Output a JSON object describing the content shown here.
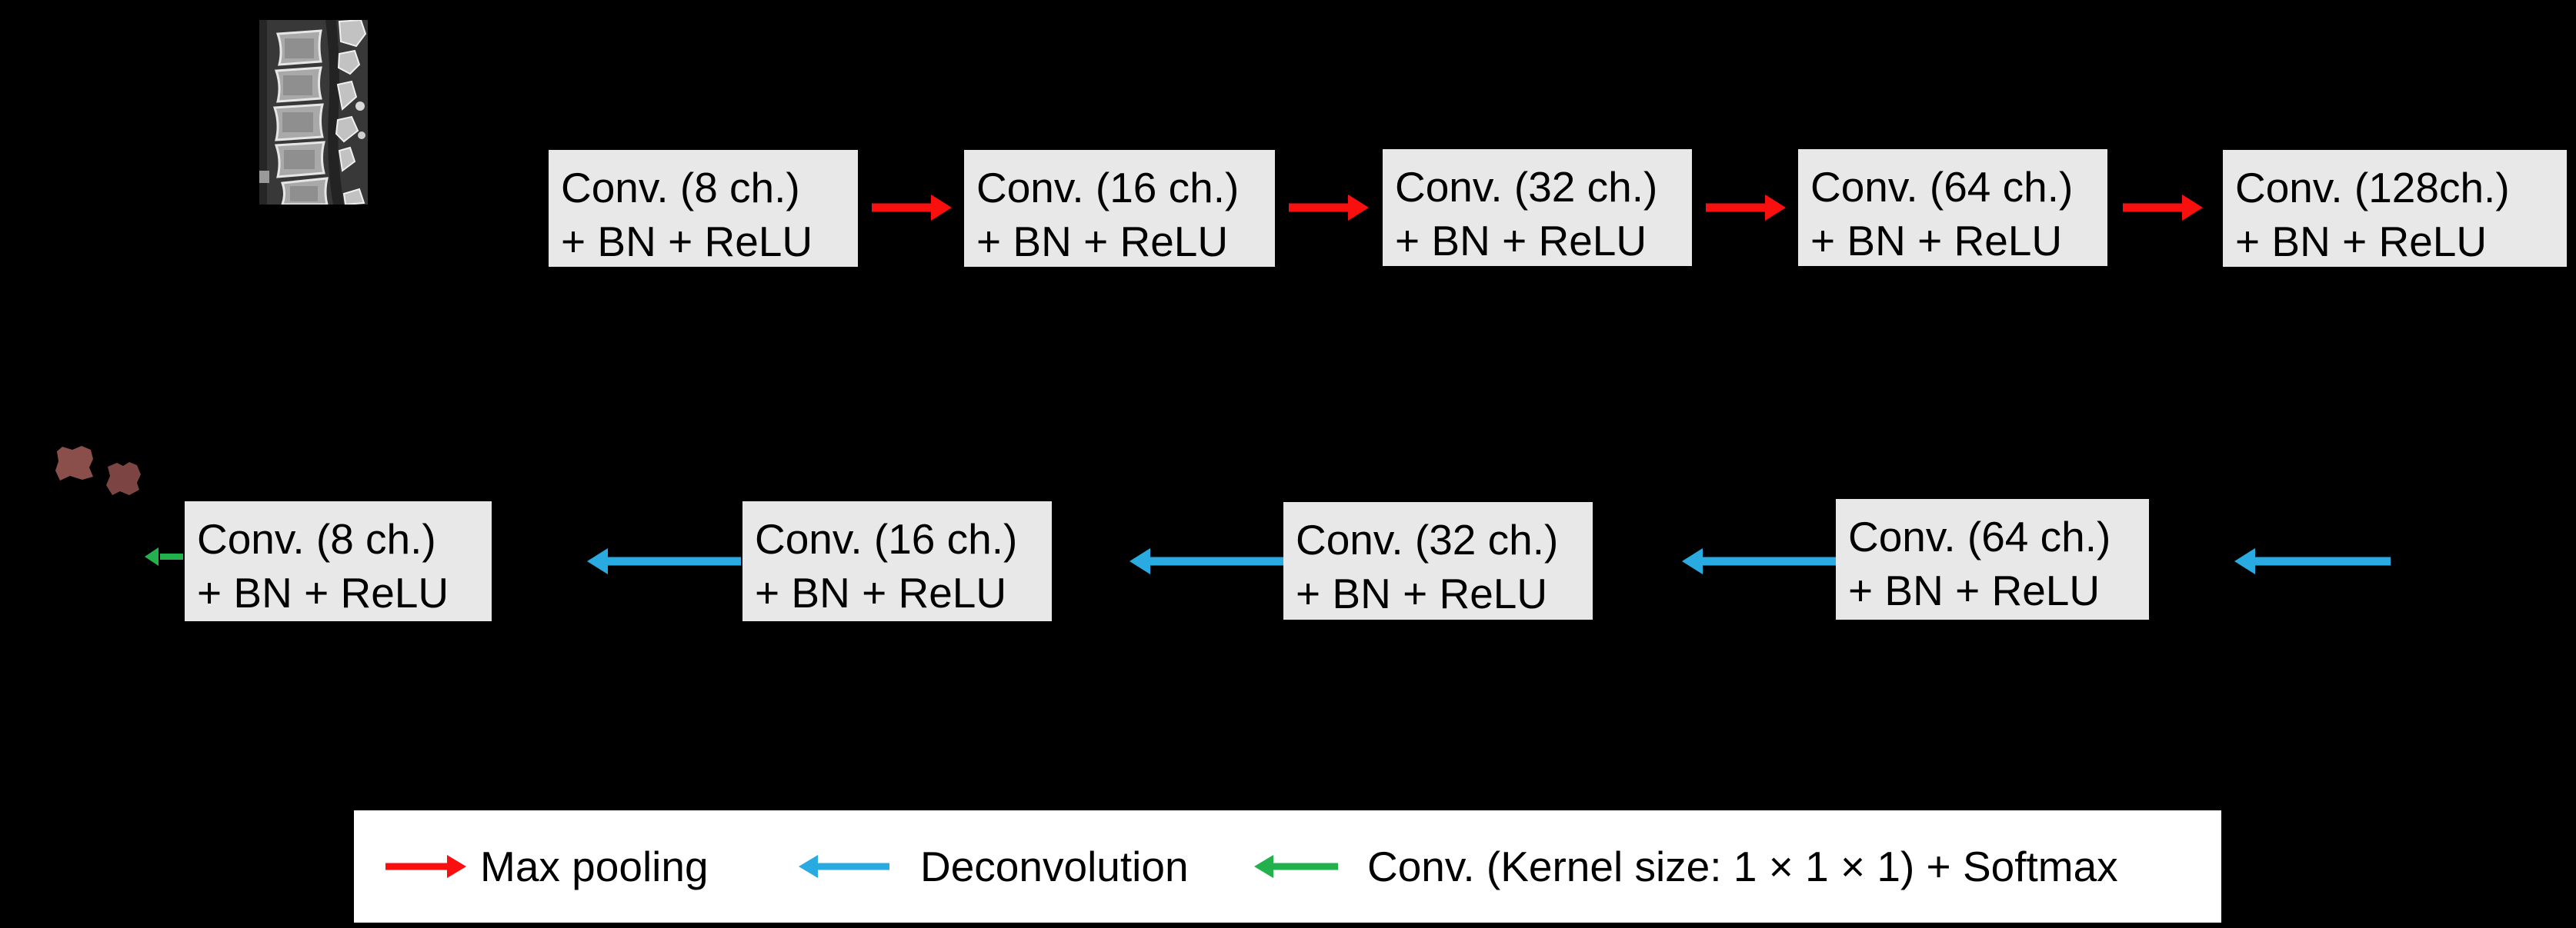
{
  "colors": {
    "background": "#000000",
    "box-bg": "#e8e8e8",
    "box-text": "#000000",
    "legend-bg": "#ffffff",
    "max-pooling": "#fa0f0f",
    "deconvolution": "#29abe2",
    "softmax-conv": "#22b14c",
    "seg-blob-1": "#8a4f4b",
    "seg-blob-2": "#7c4543"
  },
  "encoder": {
    "boxes": [
      {
        "line1": "Conv. (8 ch.)",
        "line2": "+ BN + ReLU"
      },
      {
        "line1": "Conv. (16 ch.)",
        "line2": "+ BN + ReLU"
      },
      {
        "line1": "Conv. (32 ch.)",
        "line2": "+ BN + ReLU"
      },
      {
        "line1": "Conv. (64 ch.)",
        "line2": "+ BN + ReLU"
      },
      {
        "line1": "Conv. (128ch.)",
        "line2": "+ BN + ReLU"
      }
    ]
  },
  "decoder": {
    "boxes": [
      {
        "line1": "Conv. (8 ch.)",
        "line2": "+ BN + ReLU"
      },
      {
        "line1": "Conv. (16 ch.)",
        "line2": "+ BN + ReLU"
      },
      {
        "line1": "Conv. (32 ch.)",
        "line2": "+ BN + ReLU"
      },
      {
        "line1": "Conv. (64 ch.)",
        "line2": "+ BN + ReLU"
      }
    ]
  },
  "legend": {
    "items": [
      {
        "name": "max-pooling",
        "label": "Max pooling"
      },
      {
        "name": "deconvolution",
        "label": "Deconvolution"
      },
      {
        "name": "softmax-conv",
        "label": "Conv. (Kernel size: 1 × 1 × 1) + Softmax"
      }
    ]
  },
  "images": {
    "input": "spine-ct-sagittal-input",
    "output": "segmented-vertebrae-output"
  }
}
